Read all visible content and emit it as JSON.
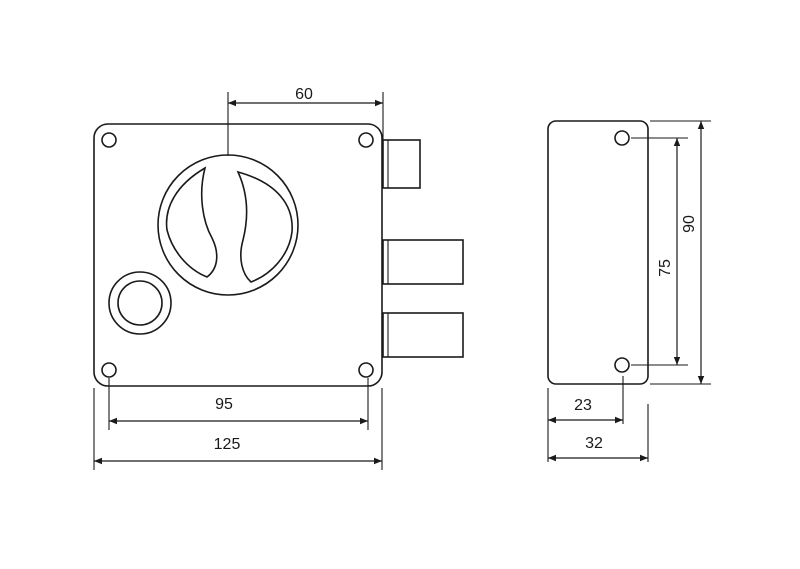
{
  "dimensions": {
    "top_width": "60",
    "inner_width": "95",
    "total_width": "125",
    "side_inner_height": "75",
    "side_total_height": "90",
    "side_inner_depth": "23",
    "side_total_depth": "32"
  }
}
